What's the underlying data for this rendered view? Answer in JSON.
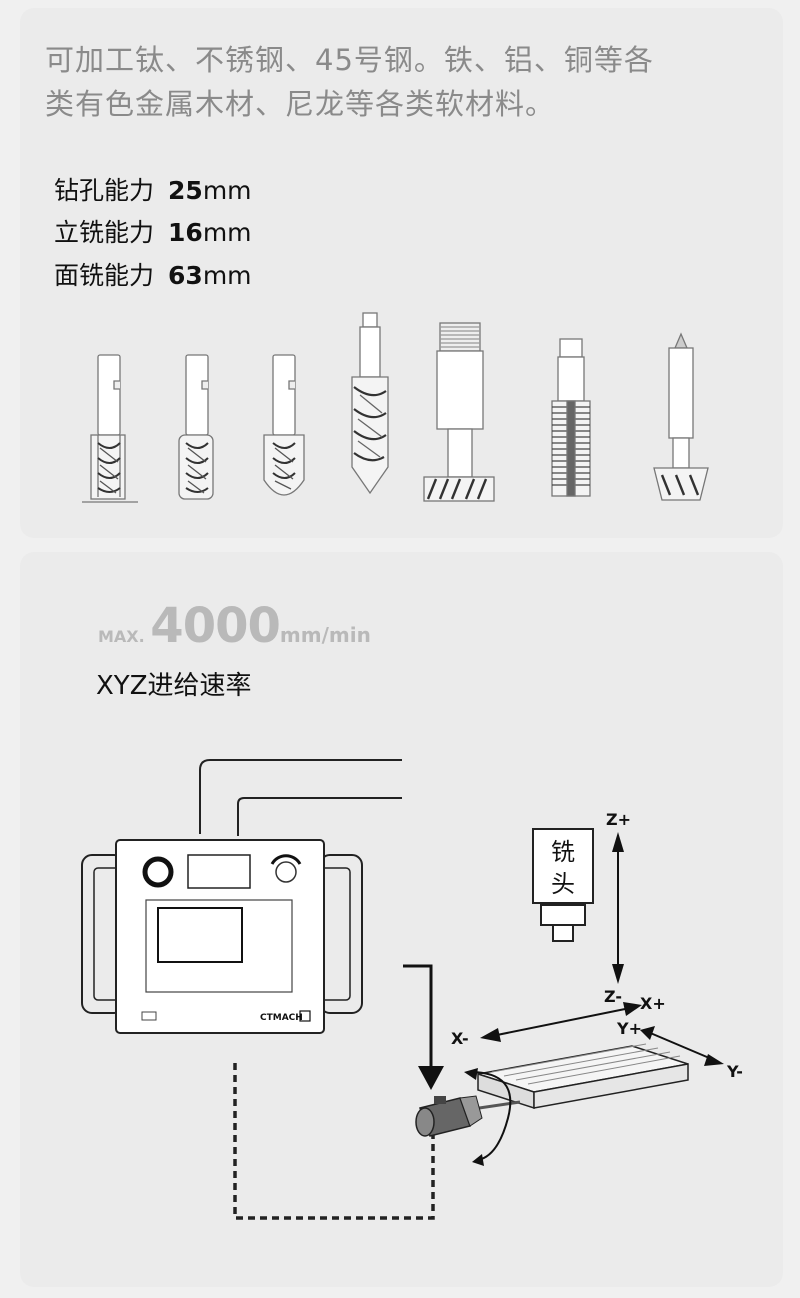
{
  "intro": {
    "line1": "可加工钛、不锈钢、45号钢。铁、铝、铜等各",
    "line2": "类有色金属木材、尼龙等各类软材料。"
  },
  "specs": [
    {
      "label": "钻孔能力",
      "value": "25",
      "unit": "mm"
    },
    {
      "label": "立铣能力",
      "value": "16",
      "unit": "mm"
    },
    {
      "label": "面铣能力",
      "value": "63",
      "unit": "mm"
    }
  ],
  "feed": {
    "max_prefix": "MAX.",
    "max_value": "4000",
    "max_unit": "mm/min",
    "label": "XYZ进给速率"
  },
  "diagram": {
    "controller_brand": "CTMACH",
    "spindle_label_1": "铣",
    "spindle_label_2": "头",
    "axis_z_plus": "Z+",
    "axis_z_minus": "Z-",
    "axis_x_plus": "X+",
    "axis_x_minus": "X-",
    "axis_y_plus": "Y+",
    "axis_y_minus": "Y-"
  },
  "icons": [
    "end-mill-icon",
    "drill-bit-icon",
    "t-slot-cutter-icon",
    "tap-icon",
    "dovetail-cutter-icon"
  ]
}
